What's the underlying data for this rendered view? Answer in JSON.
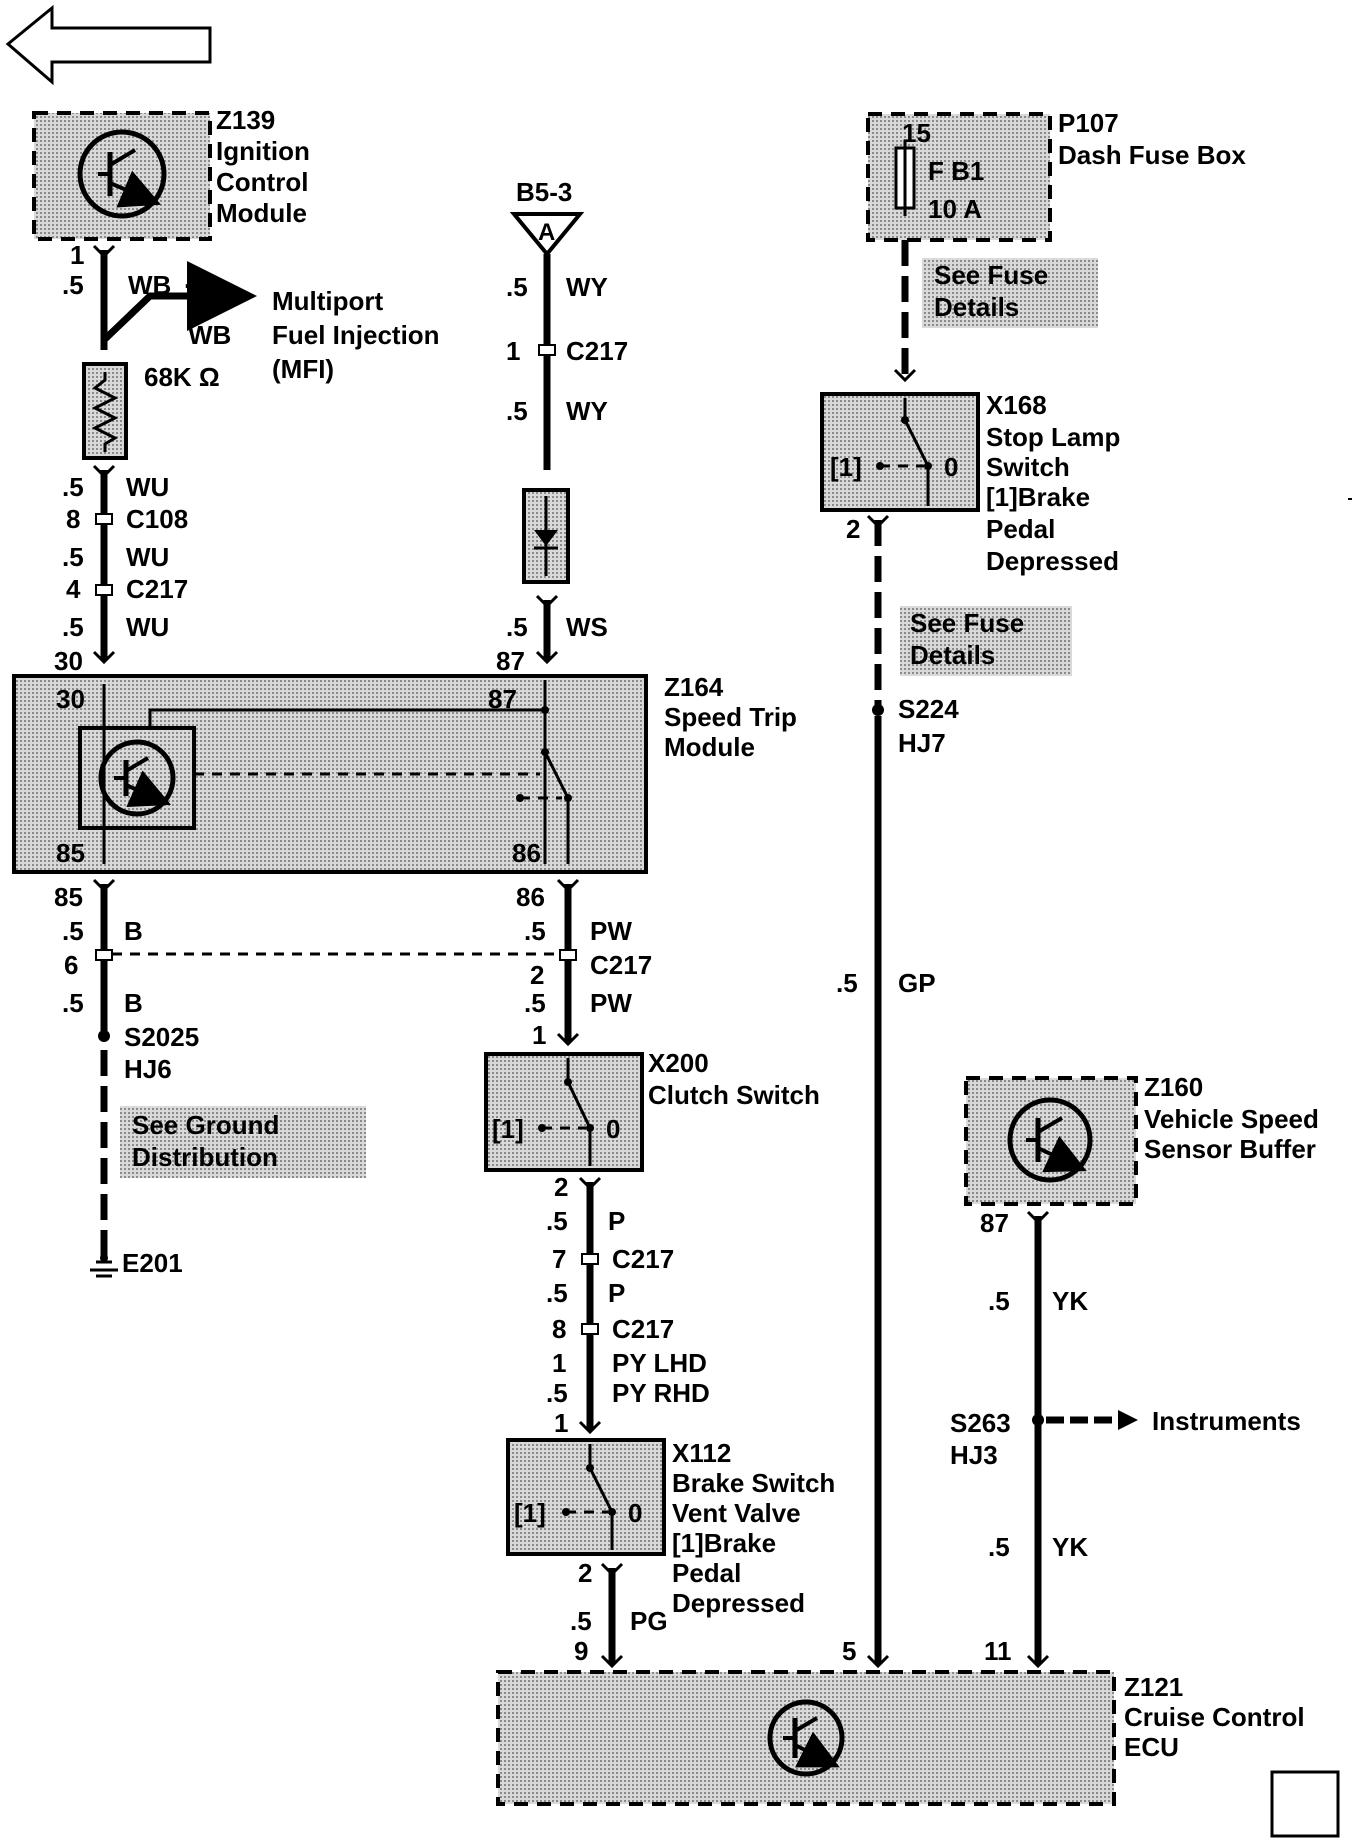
{
  "components": {
    "z139": {
      "id": "Z139",
      "l1": "Ignition",
      "l2": "Control",
      "l3": "Module"
    },
    "p107": {
      "id": "P107",
      "name": "Dash Fuse Box",
      "pin": "15",
      "fuse": "F B1",
      "rating": "10 A"
    },
    "b53": {
      "id": "B5-3",
      "letter": "A"
    },
    "x168": {
      "id": "X168",
      "l1": "Stop Lamp",
      "l2": "Switch",
      "l3": "[1]Brake",
      "l4": "Pedal",
      "l5": "Depressed",
      "pos1": "[1]",
      "pos0": "0",
      "pin": "2"
    },
    "z164": {
      "id": "Z164",
      "l1": "Speed Trip",
      "l2": "Module"
    },
    "x200": {
      "id": "X200",
      "name": "Clutch Switch",
      "pos1": "[1]",
      "pos0": "0"
    },
    "z160": {
      "id": "Z160",
      "l1": "Vehicle Speed",
      "l2": "Sensor Buffer",
      "pin": "87"
    },
    "x112": {
      "id": "X112",
      "l1": "Brake Switch",
      "l2": "Vent Valve",
      "l3": "[1]Brake",
      "l4": "Pedal",
      "l5": "Depressed",
      "pos1": "[1]",
      "pos0": "0"
    },
    "z121": {
      "id": "Z121",
      "l1": "Cruise Control",
      "l2": "ECU"
    }
  },
  "notes": {
    "fuse1": {
      "l1": "See Fuse",
      "l2": "Details"
    },
    "fuse2": {
      "l1": "See Fuse",
      "l2": "Details"
    },
    "ground": {
      "l1": "See Ground",
      "l2": "Distribution"
    }
  },
  "destinations": {
    "mfi": {
      "l1": "Multiport",
      "l2": "Fuel Injection",
      "l3": "(MFI)"
    },
    "instruments": "Instruments"
  },
  "resistor": "68K Ω",
  "splices": {
    "s2025": {
      "id": "S2025",
      "code": "HJ6"
    },
    "s224": {
      "id": "S224",
      "code": "HJ7"
    },
    "s263": {
      "id": "S263",
      "code": "HJ3"
    }
  },
  "ground_point": "E201",
  "wire_labels": {
    "w1": {
      "pin": "1",
      "size": ".5",
      "color": "WB"
    },
    "w1b": {
      "size": ".5",
      "color": "WB"
    },
    "w2": {
      "size": ".5",
      "color": "WU"
    },
    "w2c": {
      "pin": "8",
      "conn": "C108"
    },
    "w3": {
      "size": ".5",
      "color": "WU"
    },
    "w3c": {
      "pin": "4",
      "conn": "C217"
    },
    "w4": {
      "size": ".5",
      "color": "WU",
      "pin": "30"
    },
    "b1": {
      "size": ".5",
      "color": "WY"
    },
    "b1c": {
      "pin": "1",
      "conn": "C217"
    },
    "b2": {
      "size": ".5",
      "color": "WY"
    },
    "b3": {
      "size": ".5",
      "color": "WS",
      "pin": "87"
    },
    "z164pins": {
      "p30": "30",
      "p87": "87",
      "p85": "85",
      "p86": "86"
    },
    "g1": {
      "pin": "85",
      "size": ".5",
      "color": "B"
    },
    "g1c": {
      "pin": "6"
    },
    "g2": {
      "size": ".5",
      "color": "B"
    },
    "p1": {
      "pin": "86",
      "size": ".5",
      "color": "PW"
    },
    "p1c": {
      "pin": "2",
      "conn": "C217"
    },
    "p2": {
      "size": ".5",
      "color": "PW",
      "pin": "1"
    },
    "c1": {
      "pin": "2",
      "size": ".5",
      "color": "P"
    },
    "c1c": {
      "pin": "7",
      "conn": "C217"
    },
    "c2": {
      "size": ".5",
      "color": "P"
    },
    "c2c": {
      "pin": "8",
      "conn": "C217"
    },
    "c3": {
      "pin1": "1",
      "color1": "PY LHD",
      "size2": ".5",
      "color2": "PY RHD",
      "pin": "1"
    },
    "v1": {
      "pin": "2",
      "size": ".5",
      "color": "PG",
      "pin9": "9"
    },
    "gp": {
      "size": ".5",
      "color": "GP",
      "pin": "5"
    },
    "yk1": {
      "size": ".5",
      "color": "YK"
    },
    "yk2": {
      "size": ".5",
      "color": "YK",
      "pin": "11"
    }
  },
  "colors": {
    "ink": "#000000",
    "shade": "#bdbdbd",
    "paper": "#ffffff"
  },
  "icons": [
    "back-arrow-icon",
    "transistor-icon",
    "ground-icon",
    "fuse-icon",
    "resistor-icon",
    "diode-icon"
  ]
}
